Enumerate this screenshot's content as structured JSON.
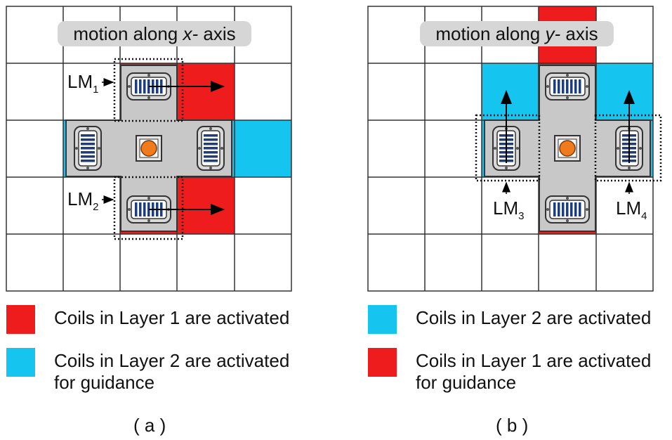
{
  "panel_a": {
    "banner": "motion along ",
    "banner_axis": "x-",
    "banner_suffix": " axis",
    "lm_top": "LM",
    "lm_top_sub": "1",
    "lm_bottom": "LM",
    "lm_bottom_sub": "2",
    "caption": "( a )"
  },
  "panel_b": {
    "banner": "motion along ",
    "banner_axis": "y-",
    "banner_suffix": " axis",
    "lm_left": "LM",
    "lm_left_sub": "3",
    "lm_right": "LM",
    "lm_right_sub": "4",
    "caption": "( b )"
  },
  "legend_a": [
    {
      "color": "#ee1c1c",
      "text": "Coils in Layer 1 are activated"
    },
    {
      "color": "#16c4f0",
      "text": "Coils in Layer 2 are activated\nfor guidance"
    }
  ],
  "legend_b": [
    {
      "color": "#16c4f0",
      "text": "Coils in Layer 2 are activated"
    },
    {
      "color": "#ee1c1c",
      "text": "Coils in Layer 1 are activated\nfor guidance"
    }
  ],
  "colors": {
    "red": "#ee1c1c",
    "cyan": "#16c4f0",
    "platform": "#c8c8c8",
    "coil": "#1f3d7a",
    "core": "#f07a1c"
  }
}
